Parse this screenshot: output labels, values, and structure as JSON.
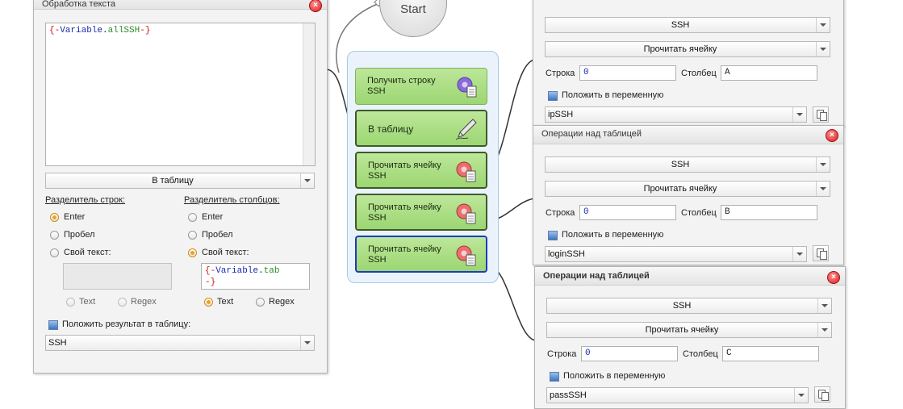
{
  "left_panel": {
    "title": "Обработка текста",
    "code_text": {
      "open": "{-",
      "var": "Variable",
      "dot": ".",
      "name": "allSSH",
      "close": "-}"
    },
    "action_dropdown": "В таблицу",
    "row_sep_label": "Разделитель строк:",
    "col_sep_label": "Разделитель столбцов:",
    "row_options": [
      "Enter",
      "Пробел",
      "Свой текст:"
    ],
    "col_options": [
      "Enter",
      "Пробел",
      "Свой текст:"
    ],
    "row_selected": "Enter",
    "col_selected": "Свой текст:",
    "col_custom_text": {
      "open": "{-",
      "var": "Variable",
      "dot": ".",
      "name": "tab",
      "close": "-}"
    },
    "mode_text": "Text",
    "mode_regex": "Regex",
    "put_result_label": "Положить результат в таблицу:",
    "result_table": "SSH"
  },
  "flow": {
    "start_label": "Start",
    "nodes": [
      {
        "label": "Получить строку SSH",
        "icon": "gear-doc-purple-icon"
      },
      {
        "label": "В таблицу",
        "icon": "pen-icon"
      },
      {
        "label": "Прочитать ячейку SSH",
        "icon": "gear-doc-red-icon"
      },
      {
        "label": "Прочитать ячейку SSH",
        "icon": "gear-doc-red-icon"
      },
      {
        "label": "Прочитать ячейку SSH",
        "icon": "gear-doc-red-icon"
      }
    ]
  },
  "right_panels": [
    {
      "title": "",
      "table": "SSH",
      "action": "Прочитать ячейку",
      "row_label": "Строка",
      "row_value": "0",
      "col_label": "Столбец",
      "col_value": "A",
      "put_var_label": "Положить в переменную",
      "variable": "ipSSH"
    },
    {
      "title": "Операции над таблицей",
      "table": "SSH",
      "action": "Прочитать ячейку",
      "row_label": "Строка",
      "row_value": "0",
      "col_label": "Столбец",
      "col_value": "B",
      "put_var_label": "Положить в переменную",
      "variable": "loginSSH"
    },
    {
      "title": "Операции над таблицей",
      "table": "SSH",
      "action": "Прочитать ячейку",
      "row_label": "Строка",
      "row_value": "0",
      "col_label": "Столбец",
      "col_value": "C",
      "put_var_label": "Положить в переменную",
      "variable": "passSSH"
    }
  ],
  "colors": {
    "node_green": "#a9dd82",
    "selected_border": "#1a3cc0",
    "close_red": "#d82020",
    "radio_orange": "#f0a020"
  }
}
